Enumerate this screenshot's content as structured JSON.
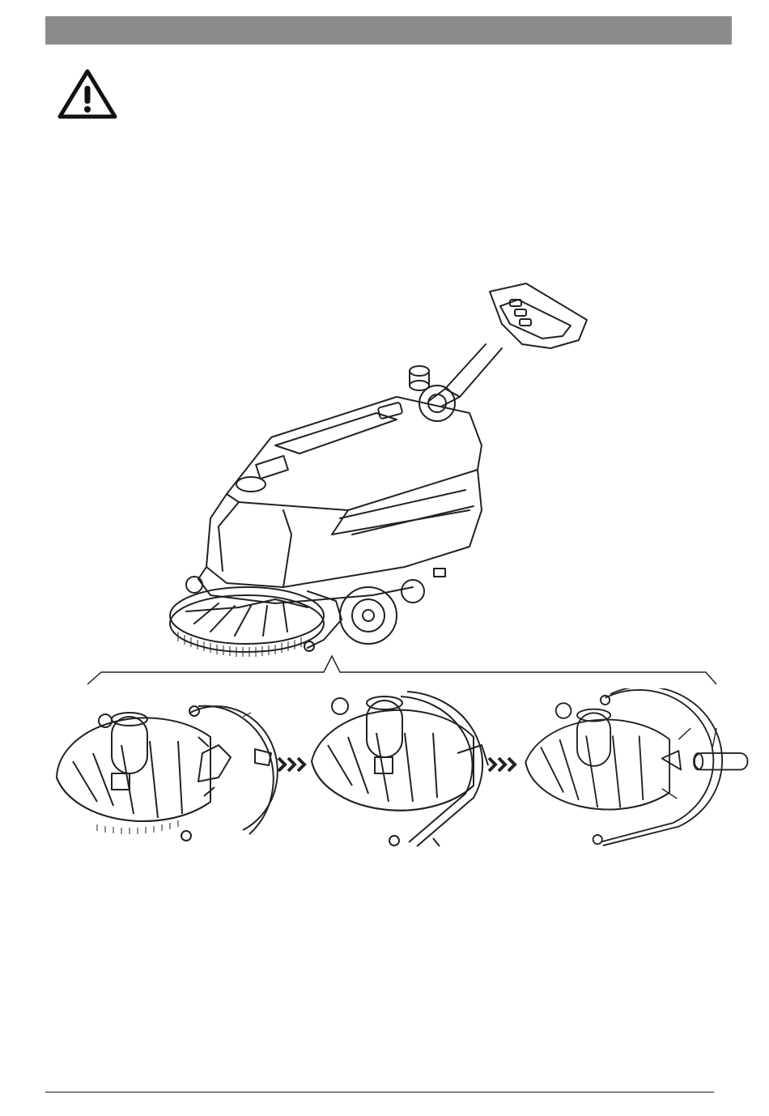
{
  "header": {
    "bar_color": "#8c8c8c"
  },
  "warning": {
    "icon": "warning-triangle-icon"
  },
  "illustrations": {
    "main": "floor-scrubber-machine",
    "steps": [
      "squeegee-step-1",
      "squeegee-step-2",
      "squeegee-step-3"
    ],
    "step_arrow": "triple-chevron-right-icon"
  }
}
